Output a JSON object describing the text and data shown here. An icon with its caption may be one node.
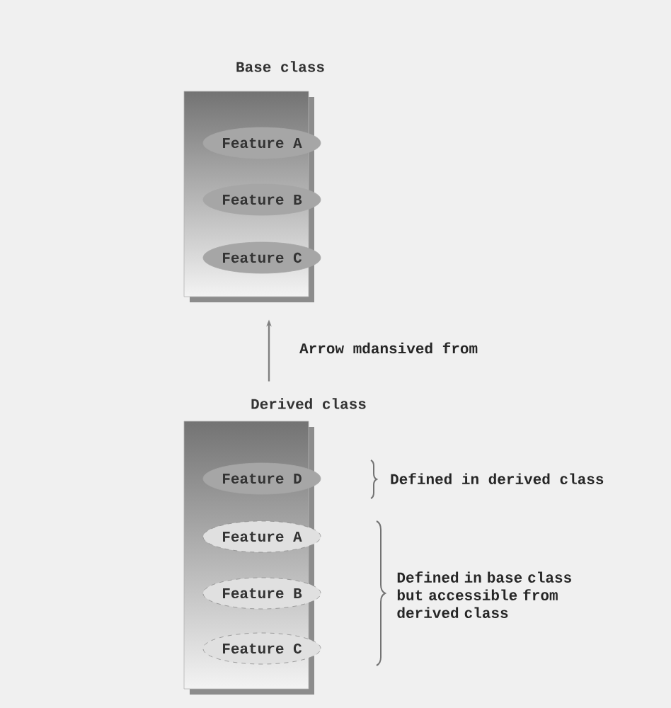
{
  "diagram": {
    "nodes": [
      {
        "text": [
          "Base class"
        ]
      },
      {
        "text": [
          "Feature A"
        ],
        "in": 0
      },
      {
        "text": [
          "Feature B"
        ],
        "in": 0
      },
      {
        "text": [
          "Feature C"
        ],
        "in": 0
      },
      {
        "text": [
          "Derived class"
        ]
      },
      {
        "text": [
          "Feature D"
        ],
        "in": 4
      },
      {
        "text": [
          "Feature A"
        ],
        "in": 4
      },
      {
        "text": [
          "Feature B"
        ],
        "in": 4
      },
      {
        "text": [
          "Feature C"
        ],
        "in": 4
      }
    ],
    "edges": [
      {
        "from": 4,
        "to": 0,
        "arrow": "to",
        "label": "Arrow mdansived from"
      }
    ],
    "labels": [
      "Defined in derived class",
      "Defined in base class but accessible from derived class"
    ]
  }
}
